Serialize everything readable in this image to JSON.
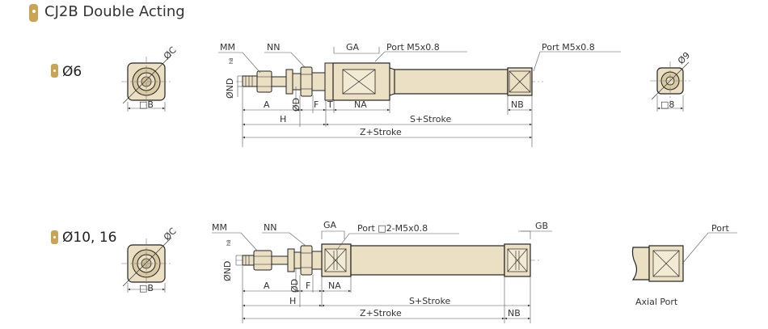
{
  "title": "CJ2B Double Acting",
  "colors": {
    "accent": "#c9a455",
    "body": "#ece0c4",
    "line": "#222222",
    "dim": "#555555"
  },
  "sections": [
    {
      "size_label": "Ø6",
      "front": {
        "dia": "ØC",
        "square": "□B"
      },
      "side": {
        "mm": "MM",
        "nn": "NN",
        "ga": "GA",
        "port_left": "Port M5x0.8",
        "port_right": "Port M5x0.8",
        "nd": "ØND",
        "nd_tol": "h8",
        "d": "ØD",
        "a": "A",
        "f": "F",
        "t": "T",
        "na": "NA",
        "nb": "NB",
        "h": "H",
        "s_stroke": "S+Stroke",
        "z_stroke": "Z+Stroke"
      },
      "rear": {
        "dia": "Ø9",
        "square": "□8"
      }
    },
    {
      "size_label": "Ø10, 16",
      "front": {
        "dia": "ØC",
        "square": "□B"
      },
      "side": {
        "mm": "MM",
        "nn": "NN",
        "ga": "GA",
        "gb": "GB",
        "port": "Port □2-M5x0.8",
        "nd": "ØND",
        "nd_tol": "h8",
        "d": "ØD",
        "a": "A",
        "f": "F",
        "na": "NA",
        "nb": "NB",
        "h": "H",
        "s_stroke": "S+Stroke",
        "z_stroke": "Z+Stroke"
      },
      "axial": {
        "port": "Port",
        "caption": "Axial Port"
      }
    }
  ]
}
